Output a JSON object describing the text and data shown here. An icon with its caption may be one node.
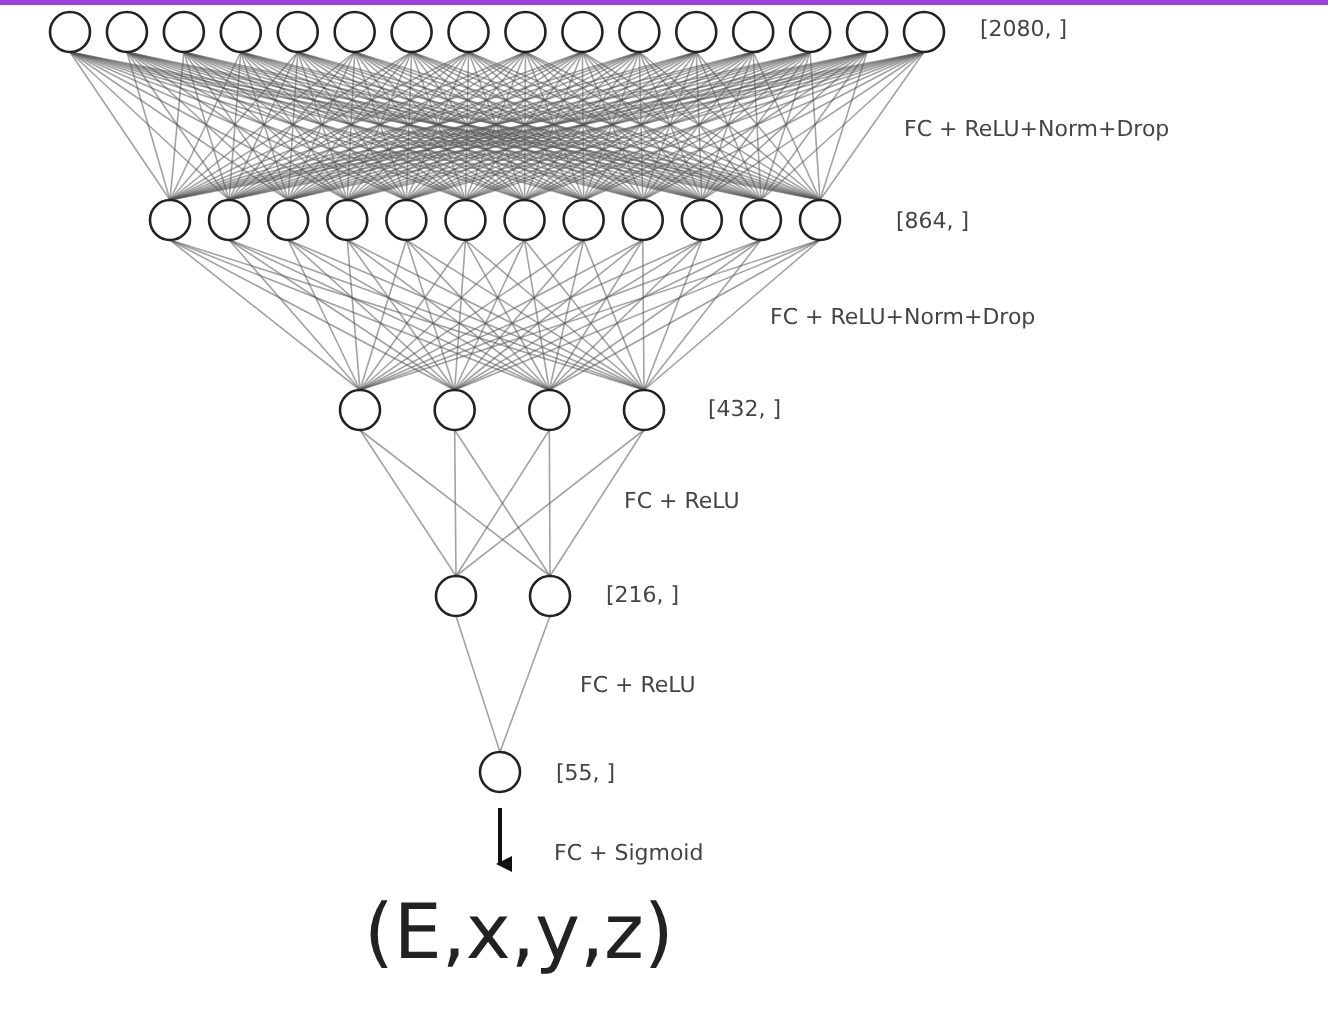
{
  "diagram": {
    "labels": [
      "[2080, ]",
      "FC + ReLU+Norm+Drop",
      "[864, ]",
      "FC + ReLU+Norm+Drop",
      "[432, ]",
      "FC + ReLU",
      "[216, ]",
      "FC + ReLU",
      "[55, ]",
      "FC + Sigmoid",
      "(E,x,y,z)"
    ]
  }
}
